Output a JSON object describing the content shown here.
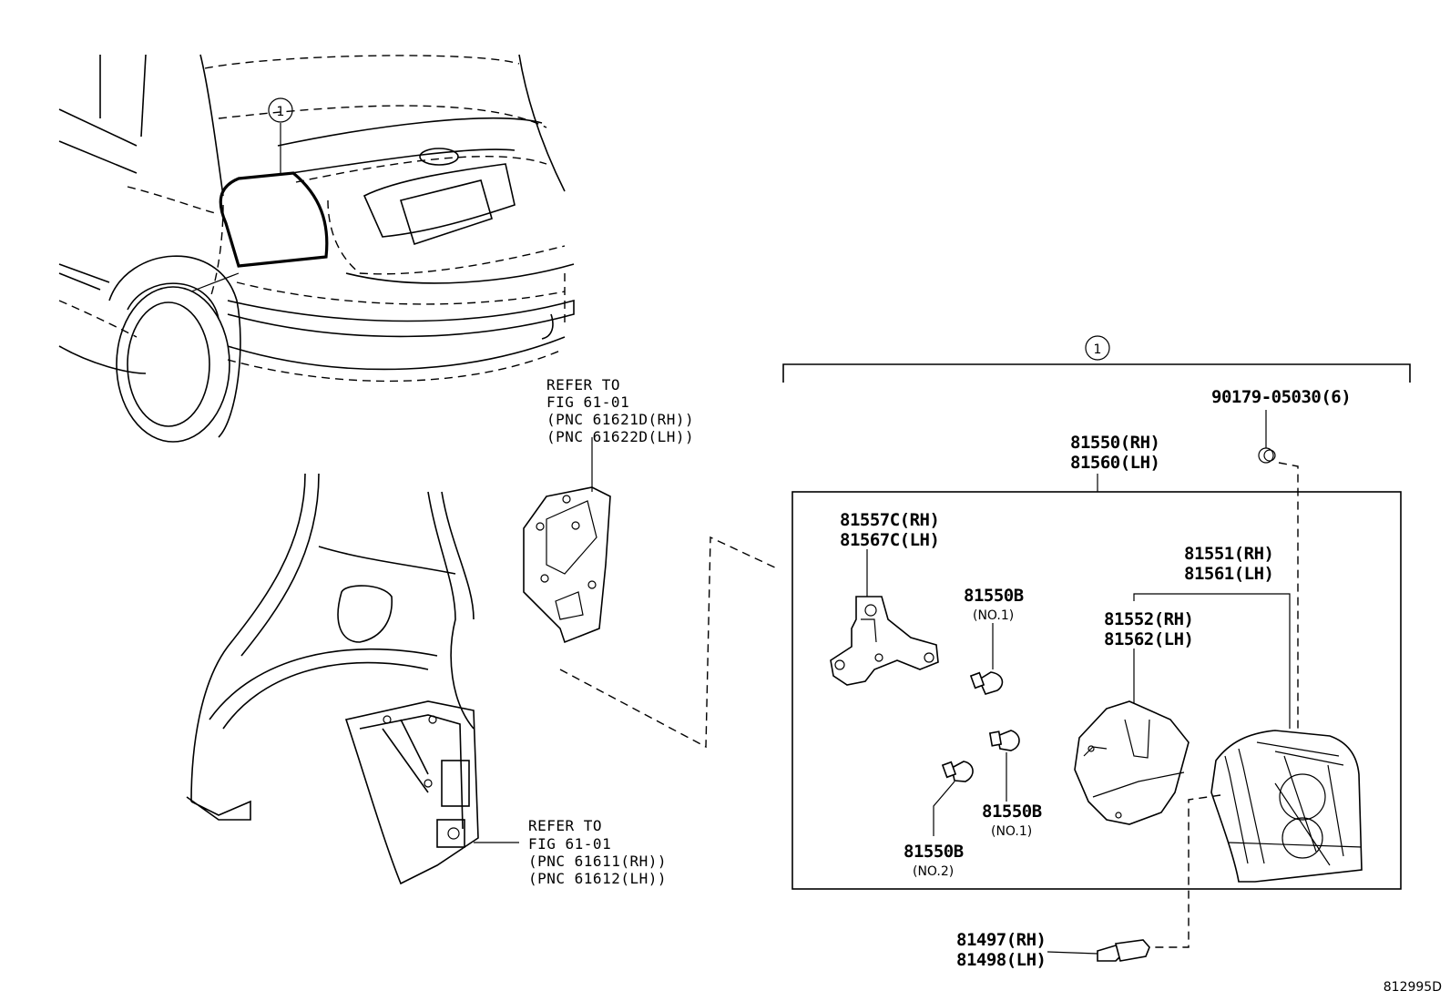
{
  "diagram_id": "812995D",
  "callout_number": "1",
  "labels": {
    "bolt": "90179-05030(6)",
    "lamp_assy_rh": "81550(RH)",
    "lamp_assy_lh": "81560(LH)",
    "bracket_rh": "81557C(RH)",
    "bracket_lh": "81567C(LH)",
    "bulb_top": "81550B",
    "bulb_top_note": "(NO.1)",
    "bulb_mid": "81550B",
    "bulb_mid_note": "(NO.1)",
    "bulb_low": "81550B",
    "bulb_low_note": "(NO.2)",
    "lens_rh": "81551(RH)",
    "lens_lh": "81561(LH)",
    "gasket_rh": "81552(RH)",
    "gasket_lh": "81562(LH)",
    "socket_rh": "81497(RH)",
    "socket_lh": "81498(LH)"
  },
  "refer_top": {
    "line1": "REFER TO",
    "line2": "FIG 61-01",
    "line3": "(PNC 61621D(RH))",
    "line4": "(PNC 61622D(LH))"
  },
  "refer_bottom": {
    "line1": "REFER TO",
    "line2": "FIG 61-01",
    "line3": "(PNC 61611(RH))",
    "line4": "(PNC 61612(LH))"
  }
}
